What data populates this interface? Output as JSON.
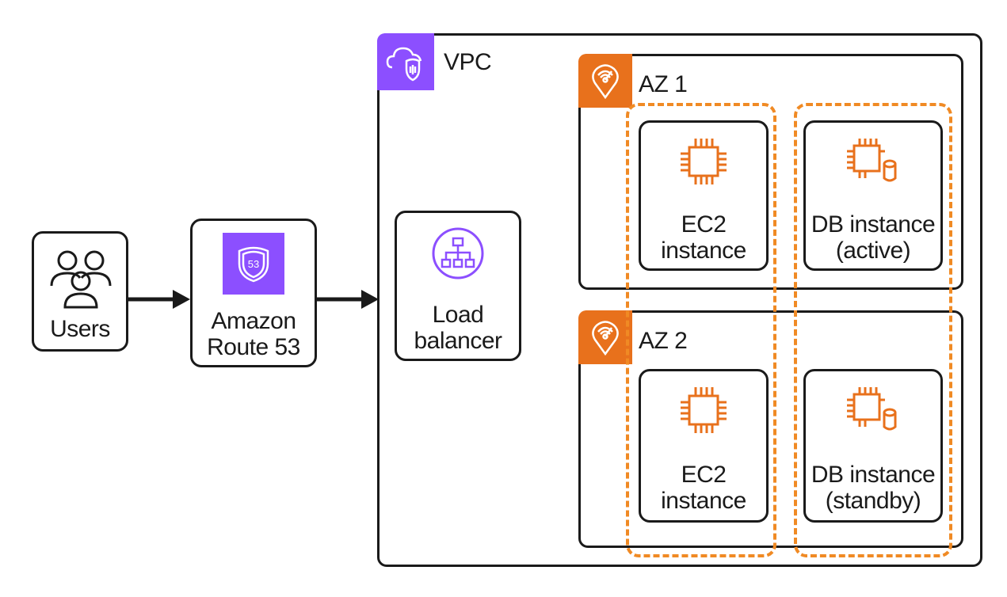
{
  "users": {
    "label": "Users",
    "icon": "users-icon"
  },
  "route53": {
    "label_line1": "Amazon",
    "label_line2": "Route 53",
    "icon": "route53-shield-icon",
    "badge_text": "53"
  },
  "vpc": {
    "label": "VPC",
    "icon": "vpc-cloud-shield-icon"
  },
  "load_balancer": {
    "label_line1": "Load",
    "label_line2": "balancer",
    "icon": "load-balancer-icon"
  },
  "az1": {
    "label": "AZ 1",
    "icon": "availability-zone-pin-icon",
    "ec2": {
      "line1": "EC2",
      "line2": "instance",
      "icon": "chip-icon"
    },
    "db": {
      "line1": "DB instance",
      "line2": "(active)",
      "icon": "chip-database-icon"
    }
  },
  "az2": {
    "label": "AZ 2",
    "icon": "availability-zone-pin-icon",
    "ec2": {
      "line1": "EC2",
      "line2": "instance",
      "icon": "chip-icon"
    },
    "db": {
      "line1": "DB instance",
      "line2": "(standby)",
      "icon": "chip-database-icon"
    }
  },
  "colors": {
    "purple": "#9b5de5",
    "orange": "#e8711c",
    "dashed": "#f08a24",
    "stroke": "#1a1a1a"
  }
}
